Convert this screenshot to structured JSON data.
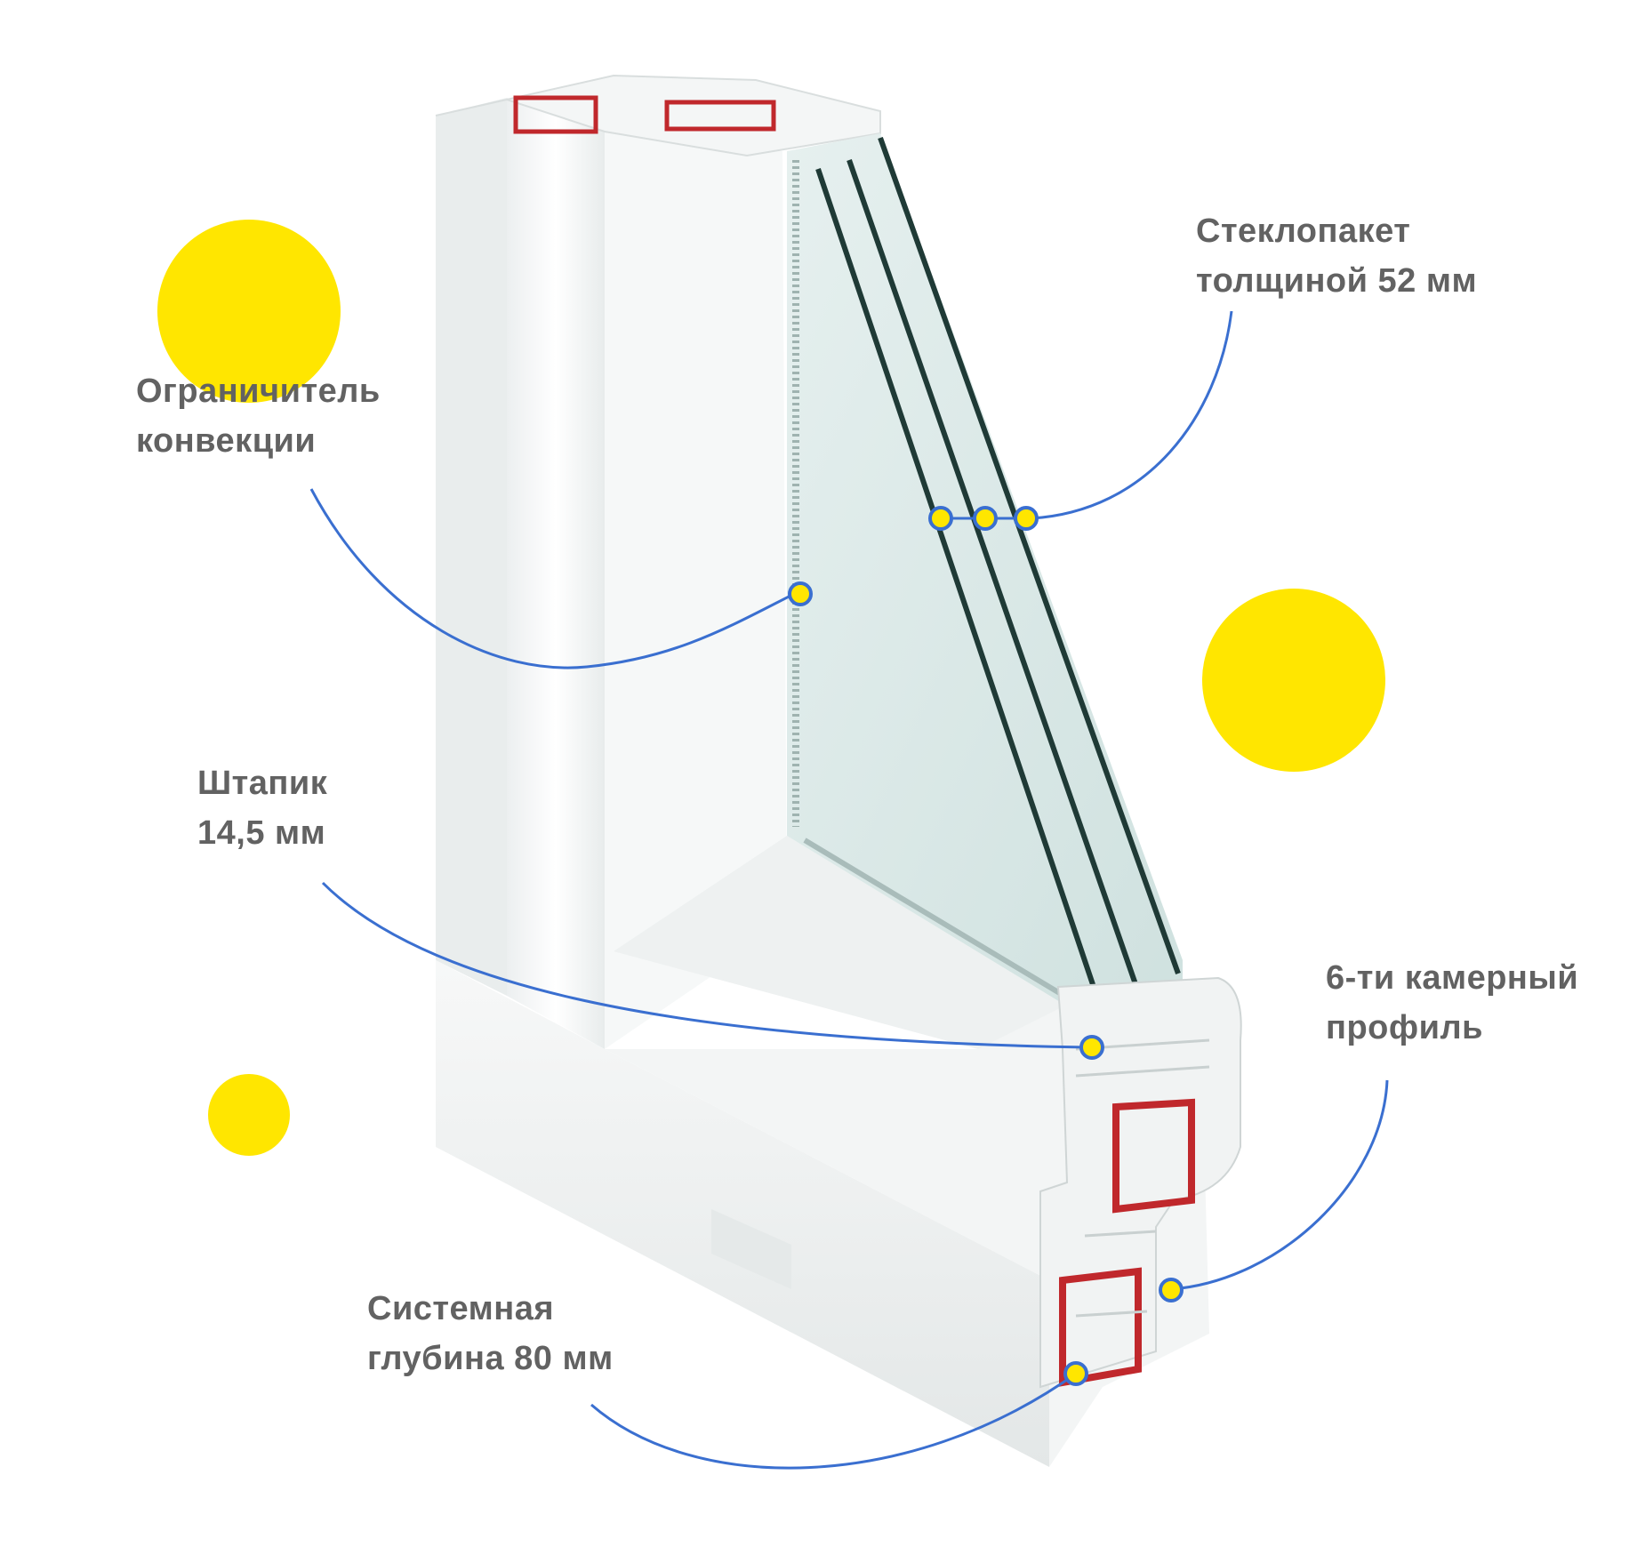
{
  "colors": {
    "accent_line": "#3a6fd0",
    "marker_fill": "#ffe600",
    "decor_circle": "#ffe600",
    "label_text": "#626262",
    "frame_white": "#f4f6f6",
    "glass_tint": "#d6e6e6",
    "glass_edge": "#1f3a36",
    "steel_red": "#c0282c"
  },
  "callouts": {
    "glass_unit": {
      "line1": "Стеклопакет",
      "line2": "толщиной 52 мм"
    },
    "convection_limiter": {
      "line1": "Ограничитель",
      "line2": "конвекции"
    },
    "glazing_bead": {
      "line1": "Штапик",
      "line2": "14,5 мм"
    },
    "profile": {
      "line1": "6-ти камерный",
      "line2": "профиль"
    },
    "system_depth": {
      "line1": "Системная",
      "line2": "глубина 80 мм"
    }
  }
}
